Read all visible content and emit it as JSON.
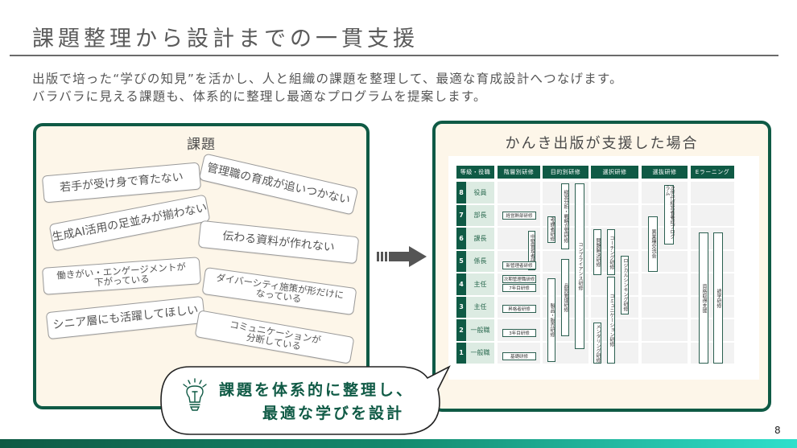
{
  "title": "課題整理から設計までの一貫支援",
  "subtitle": {
    "line1": "出版で培った“学びの知見”を活かし、人と組織の課題を整理して、最適な育成設計へつなげます。",
    "line2": "バラバラに見える課題も、体系的に整理し最適なプログラムを提案します。"
  },
  "left_panel": {
    "title": "課題",
    "cards": [
      {
        "text": "若手が受け身で育たない"
      },
      {
        "text": "管理職の育成が追いつかない"
      },
      {
        "text": "生成AI活用の足並みが揃わない"
      },
      {
        "text": "伝わる資料が作れない"
      },
      {
        "text": "働きがい・エンゲージメントが\n下がっている"
      },
      {
        "text": "ダイバーシティ施策が形だけに\nなっている"
      },
      {
        "text": "シニア層にも活躍してほしい"
      },
      {
        "text": "コミュニケーションが\n分断している"
      }
    ]
  },
  "right_panel": {
    "title": "かんき出版が支援した場合",
    "table": {
      "headers": [
        "等級・役職",
        "階層別研修",
        "目的別研修",
        "選択研修",
        "選抜研修",
        "Eラーニング"
      ],
      "rows": [
        {
          "grade": "8",
          "role": "役員"
        },
        {
          "grade": "7",
          "role": "部長"
        },
        {
          "grade": "6",
          "role": "課長"
        },
        {
          "grade": "5",
          "role": "係長"
        },
        {
          "grade": "4",
          "role": "主任"
        },
        {
          "grade": "3",
          "role": "主任"
        },
        {
          "grade": "2",
          "role": "一般職"
        },
        {
          "grade": "1",
          "role": "一般職"
        }
      ],
      "programs": [
        {
          "label": "経営幹部研修",
          "column": "階層別研修",
          "grades": [
            7
          ]
        },
        {
          "label": "中堅管理者研修",
          "column": "階層別研修",
          "grades": [
            6,
            5
          ]
        },
        {
          "label": "新管理者研修",
          "column": "階層別研修",
          "grades": [
            5
          ]
        },
        {
          "label": "次期管理職研修",
          "column": "階層別研修",
          "grades": [
            4
          ]
        },
        {
          "label": "7年目研修",
          "column": "階層別研修",
          "grades": [
            4
          ]
        },
        {
          "label": "昇格者研修",
          "column": "階層別研修",
          "grades": [
            3
          ]
        },
        {
          "label": "3年目研修",
          "column": "階層別研修",
          "grades": [
            2
          ]
        },
        {
          "label": "基礎研修",
          "column": "階層別研修",
          "grades": [
            1
          ]
        },
        {
          "label": "考課者研修",
          "column": "目的別研修",
          "grades": [
            7,
            6
          ]
        },
        {
          "label": "製品・販売研修",
          "column": "目的別研修",
          "grades": [
            4,
            3,
            2,
            1
          ]
        },
        {
          "label": "経営分析・戦略立案研修",
          "column": "目的別研修",
          "grades": [
            8,
            7,
            6
          ]
        },
        {
          "label": "品質管理研修",
          "column": "目的別研修",
          "grades": [
            5,
            4,
            3,
            2
          ]
        },
        {
          "label": "コンプライアンス研修",
          "column": "目的別研修",
          "grades": [
            8,
            7,
            6,
            5,
            4,
            3,
            2
          ]
        },
        {
          "label": "問題解決研修",
          "column": "選択研修",
          "grades": [
            6,
            5
          ]
        },
        {
          "label": "コーチング研修",
          "column": "選択研修",
          "grades": [
            6,
            5
          ]
        },
        {
          "label": "メンタリング研修",
          "column": "選択研修",
          "grades": [
            2,
            1
          ]
        },
        {
          "label": "コミュニケーション研修",
          "column": "選択研修",
          "grades": [
            4,
            3,
            2,
            1
          ]
        },
        {
          "label": "ロジカルシンキング研修",
          "column": "選択研修",
          "grades": [
            5,
            4,
            3
          ]
        },
        {
          "label": "異業種交流会",
          "column": "選抜研修",
          "grades": [
            7,
            6,
            5
          ]
        },
        {
          "label": "次世代経営者養成プログラム",
          "column": "選抜研修",
          "grades": [
            8,
            7,
            6
          ]
        },
        {
          "label": "資格取得支援",
          "column": "Eラーニング",
          "grades": [
            6,
            5,
            4,
            3,
            2,
            1
          ]
        },
        {
          "label": "語学研修",
          "column": "Eラーニング",
          "grades": [
            6,
            5,
            4,
            3,
            2,
            1
          ]
        }
      ]
    }
  },
  "callout": {
    "line1": "課題を体系的に整理し、",
    "line2": "最適な学びを設計",
    "icon": "lightbulb-icon"
  },
  "page_number": "8",
  "colors": {
    "brand_green": "#0f5a45",
    "panel_bg": "#fdf6e9",
    "footer_gradient_end": "#2fe0cc"
  }
}
